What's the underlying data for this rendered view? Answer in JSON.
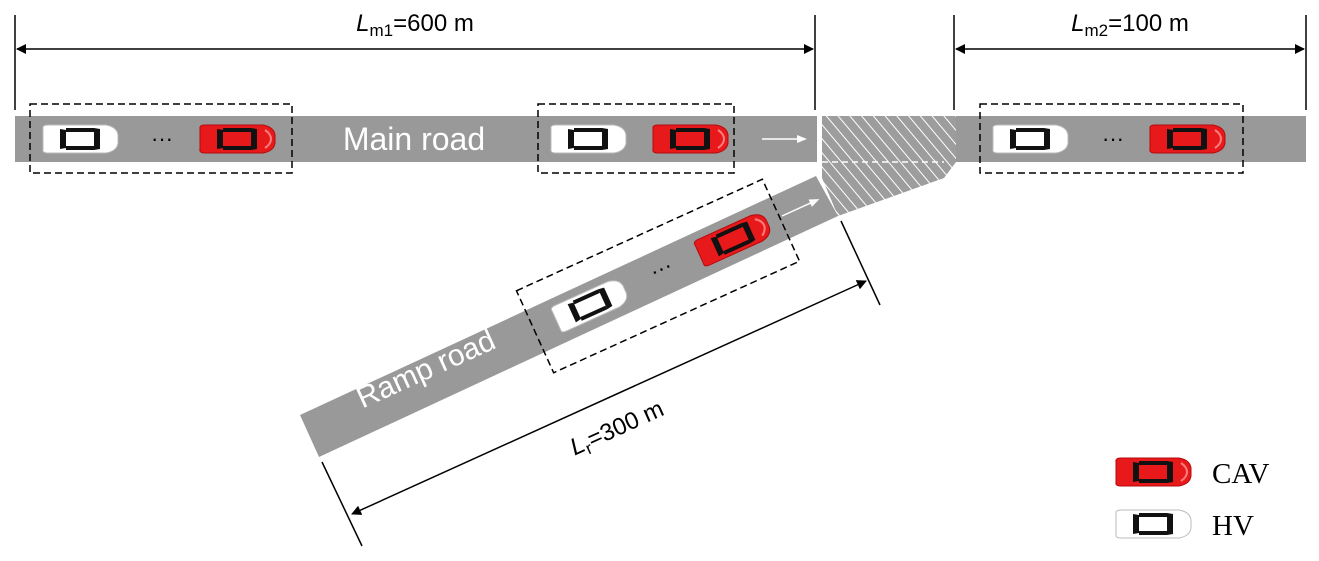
{
  "dimensions": {
    "main_upstream": {
      "symbol": "L",
      "subscript": "m1",
      "value": "=600 m"
    },
    "main_downstream": {
      "symbol": "L",
      "subscript": "m2",
      "value": "=100 m"
    },
    "ramp": {
      "symbol": "L",
      "subscript": "r",
      "value": "=300 m"
    }
  },
  "roads": {
    "main": "Main road",
    "ramp": "Ramp road"
  },
  "ellipsis": "···",
  "legend": {
    "cav": "CAV",
    "hv": "HV"
  },
  "colors": {
    "road": "#999999",
    "cav": "#e8191b",
    "hv": "#ffffff",
    "merge_hatch": "#c8c8c8"
  }
}
